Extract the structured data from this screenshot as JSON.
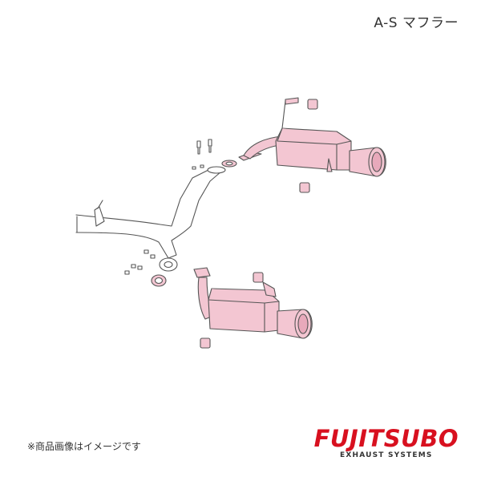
{
  "header": {
    "title": "A-S マフラー"
  },
  "footer": {
    "note": "※商品画像はイメージです",
    "brand_name": "FUJITSUBO",
    "brand_tagline": "EXHAUST SYSTEMS"
  },
  "colors": {
    "muffler": "#f3c6d2",
    "outline": "#555555",
    "brand_red": "#d8101f"
  },
  "icons": [
    "bolt-icon",
    "gasket-icon",
    "rubber-mount-icon"
  ]
}
